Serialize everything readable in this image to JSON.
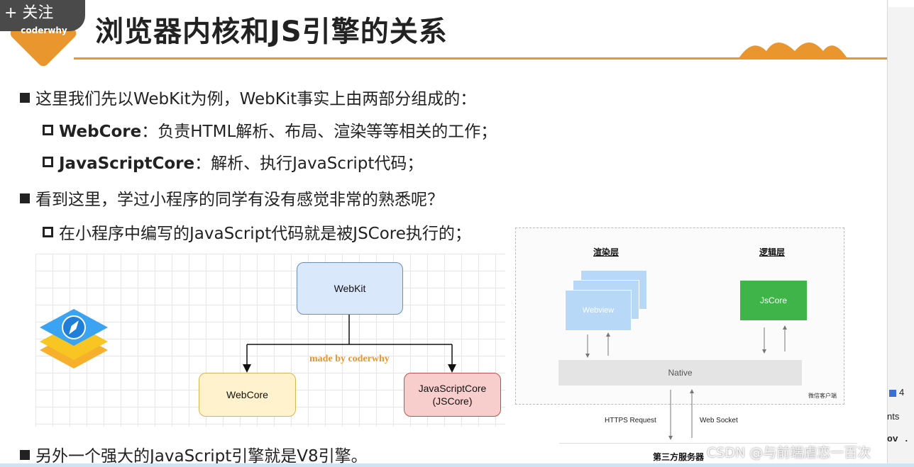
{
  "header": {
    "follow_label": "+ 关注",
    "logo_text": "coderwhy",
    "title": "浏览器内核和JS引擎的关系"
  },
  "bullets": {
    "b1": "这里我们先以WebKit为例，WebKit事实上由两部分组成的：",
    "b1_sub1_bold": "WebCore",
    "b1_sub1_rest": "：负责HTML解析、布局、渲染等等相关的工作；",
    "b1_sub2_bold": "JavaScriptCore",
    "b1_sub2_rest": "：解析、执行JavaScript代码；",
    "b2": "看到这里，学过小程序的同学有没有感觉非常的熟悉呢？",
    "b2_sub1": "在小程序中编写的JavaScript代码就是被JSCore执行的；",
    "b3": "另外一个强大的JavaScript引擎就是V8引擎。"
  },
  "webkit_diagram": {
    "root": "WebKit",
    "left": "WebCore",
    "right_line1": "JavaScriptCore",
    "right_line2": "(JSCore)",
    "watermark": "made by coderwhy"
  },
  "miniprogram_diagram": {
    "render_layer": "渲染层",
    "logic_layer": "逻辑层",
    "webview": "Webview",
    "jscore": "JsCore",
    "native": "Native",
    "client": "微信客户端",
    "https": "HTTPS Request",
    "socket": "Web Socket",
    "third_party": "第三方服务器"
  },
  "side_panel": {
    "badge_count": "4",
    "text_nts": "nts",
    "text_ov": "ov ."
  },
  "watermark": "CSDN @与前端虐恋一百次",
  "colors": {
    "accent": "#e9962f",
    "webkit_fill": "#dae8fc",
    "webcore_fill": "#fff2cc",
    "jscore_fill": "#f8cecc",
    "logic_green": "#3fb549"
  }
}
